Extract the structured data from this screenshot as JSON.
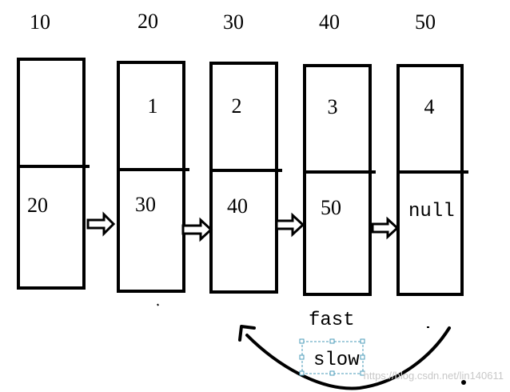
{
  "nodes": [
    {
      "address": "10",
      "data": "",
      "next": "20"
    },
    {
      "address": "20",
      "data": "1",
      "next": "30"
    },
    {
      "address": "30",
      "data": "2",
      "next": "40"
    },
    {
      "address": "40",
      "data": "3",
      "next": "50"
    },
    {
      "address": "50",
      "data": "4",
      "next": "null"
    }
  ],
  "pointers": {
    "fast": "fast",
    "slow": "slow"
  },
  "watermark": "https://blog.csdn.net/lin140611",
  "icons": {
    "next_arrow": "hollow-right-arrow-icon",
    "loop_arrow": "curved-loop-arrow-icon"
  },
  "colors": {
    "stroke": "#000000",
    "selection_frame": "#4a9bb8",
    "watermark": "#c8c8c8"
  }
}
